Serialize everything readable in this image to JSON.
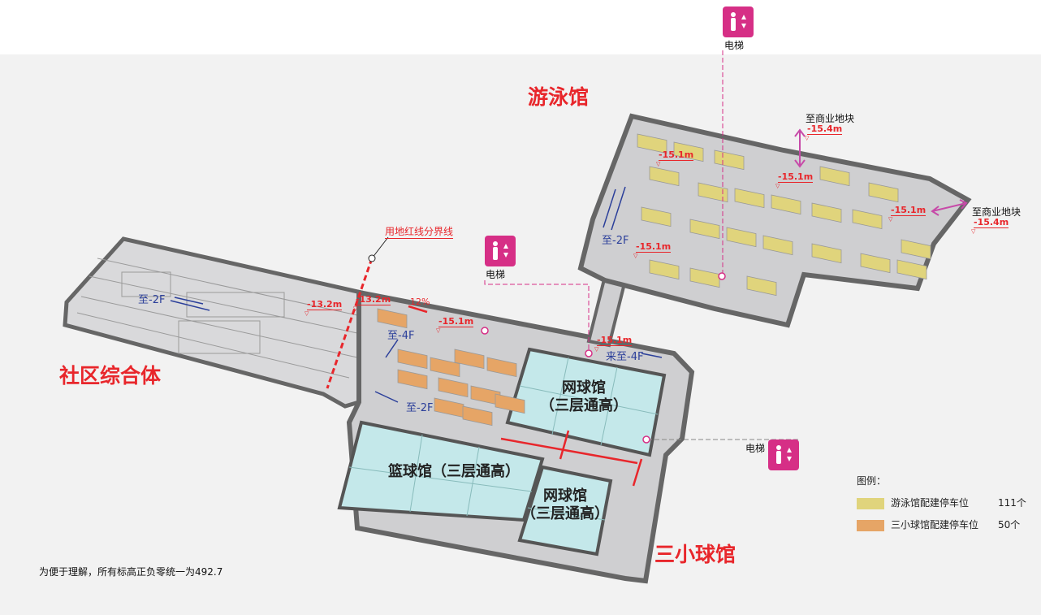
{
  "titles": {
    "swimming": "游泳馆",
    "community": "社区综合体",
    "ball_halls": "三小球馆"
  },
  "elevator_label": "电梯",
  "boundary_label": "用地红线分界线",
  "to_commercial": "至商业地块",
  "courts": {
    "tennis_top": [
      "网球馆",
      "（三层通高）"
    ],
    "basketball": "篮球馆（三层通高）",
    "tennis_bottom": [
      "网球馆",
      "（三层通高）"
    ]
  },
  "elevations": [
    "-15.4m",
    "-15.4m",
    "-15.1m",
    "-15.1m",
    "-15.1m",
    "-15.1m",
    "-13.2m",
    "-13.2m",
    "-15.1m",
    "-15.1m"
  ],
  "slope": "12%",
  "ramps": {
    "to_m2f_a": "至-2F",
    "to_m2f_b": "至-2F",
    "to_m2f_c": "至-2F",
    "to_m4f": "至-4F",
    "from_m4f": "来至-4F"
  },
  "legend": {
    "title": "图例：",
    "items": [
      {
        "label": "游泳馆配建停车位",
        "count": "111个",
        "color": "#e0d47c"
      },
      {
        "label": "三小球馆配建停车位",
        "count": "50个",
        "color": "#e6a566"
      }
    ]
  },
  "footnote": "为便于理解，所有标高正负零统一为492.7",
  "colors": {
    "accent": "#e8262b",
    "elevator": "#d62f86",
    "wall": "#6b6b6b",
    "floor": "#cfcfd1",
    "court": "#c4e8ea"
  }
}
